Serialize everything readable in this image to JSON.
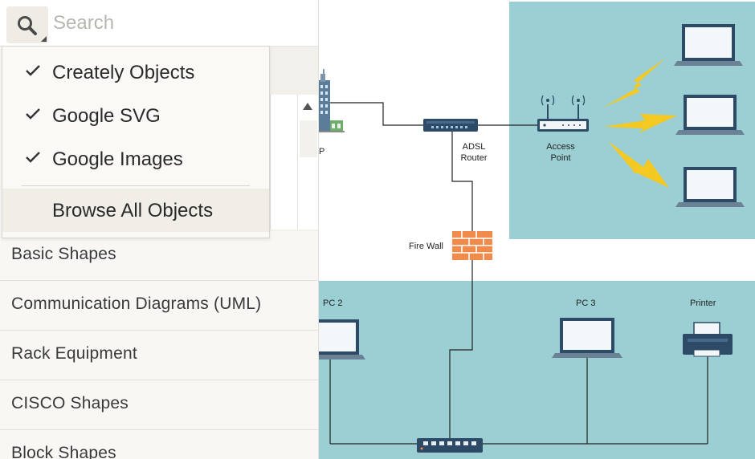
{
  "search": {
    "placeholder": "Search"
  },
  "source_menu": {
    "items": [
      {
        "label": "Creately Objects",
        "checked": true
      },
      {
        "label": "Google SVG",
        "checked": true
      },
      {
        "label": "Google Images",
        "checked": true
      }
    ],
    "browse_label": "Browse All Objects"
  },
  "categories": [
    {
      "label": "Basic Shapes"
    },
    {
      "label": "Communication Diagrams (UML)"
    },
    {
      "label": "Rack Equipment"
    },
    {
      "label": "CISCO Shapes"
    },
    {
      "label": "Block Shapes"
    }
  ],
  "diagram": {
    "isp_label_fragment": "P",
    "adsl_label_line1": "ADSL",
    "adsl_label_line2": "Router",
    "access_label_line1": "Access",
    "access_label_line2": "Point",
    "firewall_label": "Fire Wall",
    "pc2_label": "PC 2",
    "pc3_label": "PC 3",
    "printer_label": "Printer"
  },
  "colors": {
    "zone_teal": "#9ccfd4",
    "device_dark": "#2d4b66",
    "firewall_orange": "#f08b4b",
    "lightning_yellow": "#f4c922"
  }
}
